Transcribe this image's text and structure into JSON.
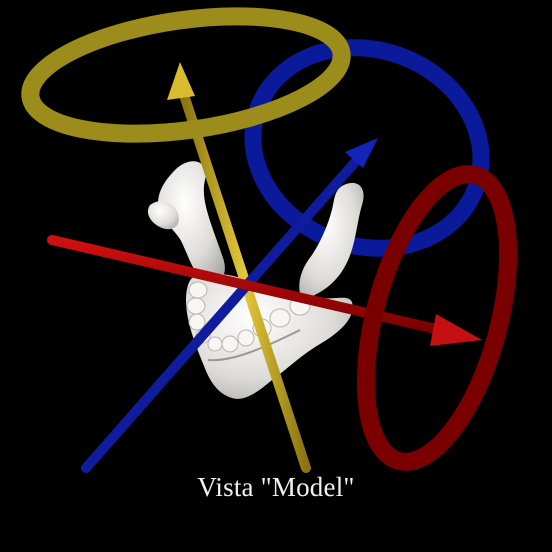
{
  "viewport": {
    "caption": "Vista \"Model\"",
    "background": "#000000"
  },
  "gizmo": {
    "axes": [
      {
        "name": "x-axis-arrow",
        "color": "#b30000"
      },
      {
        "name": "y-axis-arrow",
        "color": "#c8aa1e"
      },
      {
        "name": "z-axis-arrow",
        "color": "#0a1aa6"
      }
    ],
    "rings": [
      {
        "name": "y-rotation-ring",
        "color": "#9c8c1c"
      },
      {
        "name": "z-rotation-ring",
        "color": "#0b1a9a"
      },
      {
        "name": "x-rotation-ring",
        "color": "#7a0000"
      }
    ]
  },
  "model": {
    "icon": "mandible-model",
    "color": "#e8e6e2"
  }
}
